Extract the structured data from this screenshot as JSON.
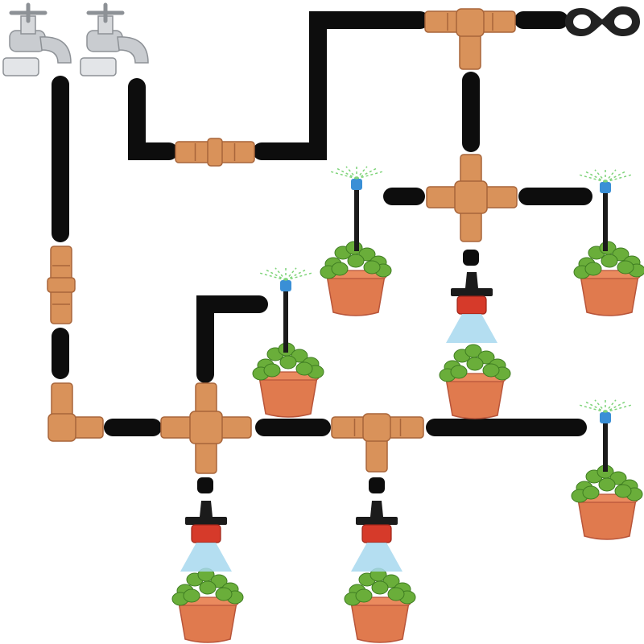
{
  "diagram": {
    "components": {
      "faucets": [
        {
          "icon": "faucet-icon"
        },
        {
          "icon": "faucet-icon"
        }
      ],
      "end_plug": {
        "icon": "figure-eight-end-plug-icon"
      },
      "couplings": [
        {
          "icon": "straight-coupling-icon"
        },
        {
          "icon": "straight-coupling-icon"
        }
      ],
      "tee_connectors": [
        {
          "icon": "tee-connector-icon"
        },
        {
          "icon": "tee-connector-icon"
        }
      ],
      "cross_connectors": [
        {
          "icon": "cross-connector-icon"
        },
        {
          "icon": "cross-connector-icon"
        }
      ],
      "elbow_connector": {
        "icon": "elbow-connector-icon"
      },
      "stake_sprinklers": [
        {
          "icon": "stake-sprinkler-icon",
          "spray": "mist"
        },
        {
          "icon": "stake-sprinkler-icon",
          "spray": "mist"
        },
        {
          "icon": "stake-sprinkler-icon",
          "spray": "mist"
        },
        {
          "icon": "stake-sprinkler-icon",
          "spray": "mist"
        }
      ],
      "drip_emitters": [
        {
          "icon": "adjustable-drip-emitter-icon",
          "spray": "cone"
        },
        {
          "icon": "adjustable-drip-emitter-icon",
          "spray": "cone"
        },
        {
          "icon": "adjustable-drip-emitter-icon",
          "spray": "cone"
        }
      ],
      "potted_plants": 7
    },
    "colors": {
      "tubing": "#0d0d0d",
      "fitting": "#d9925a",
      "fitting_shade": "#a8653a",
      "faucet": "#c9ccd0",
      "pot": "#e07a4e",
      "leaf": "#6aae3a",
      "emitter_red": "#d63a2a",
      "sprinkler_blue": "#3a8fd6",
      "mist": "#7fd47a",
      "end_plug": "#222222"
    }
  }
}
